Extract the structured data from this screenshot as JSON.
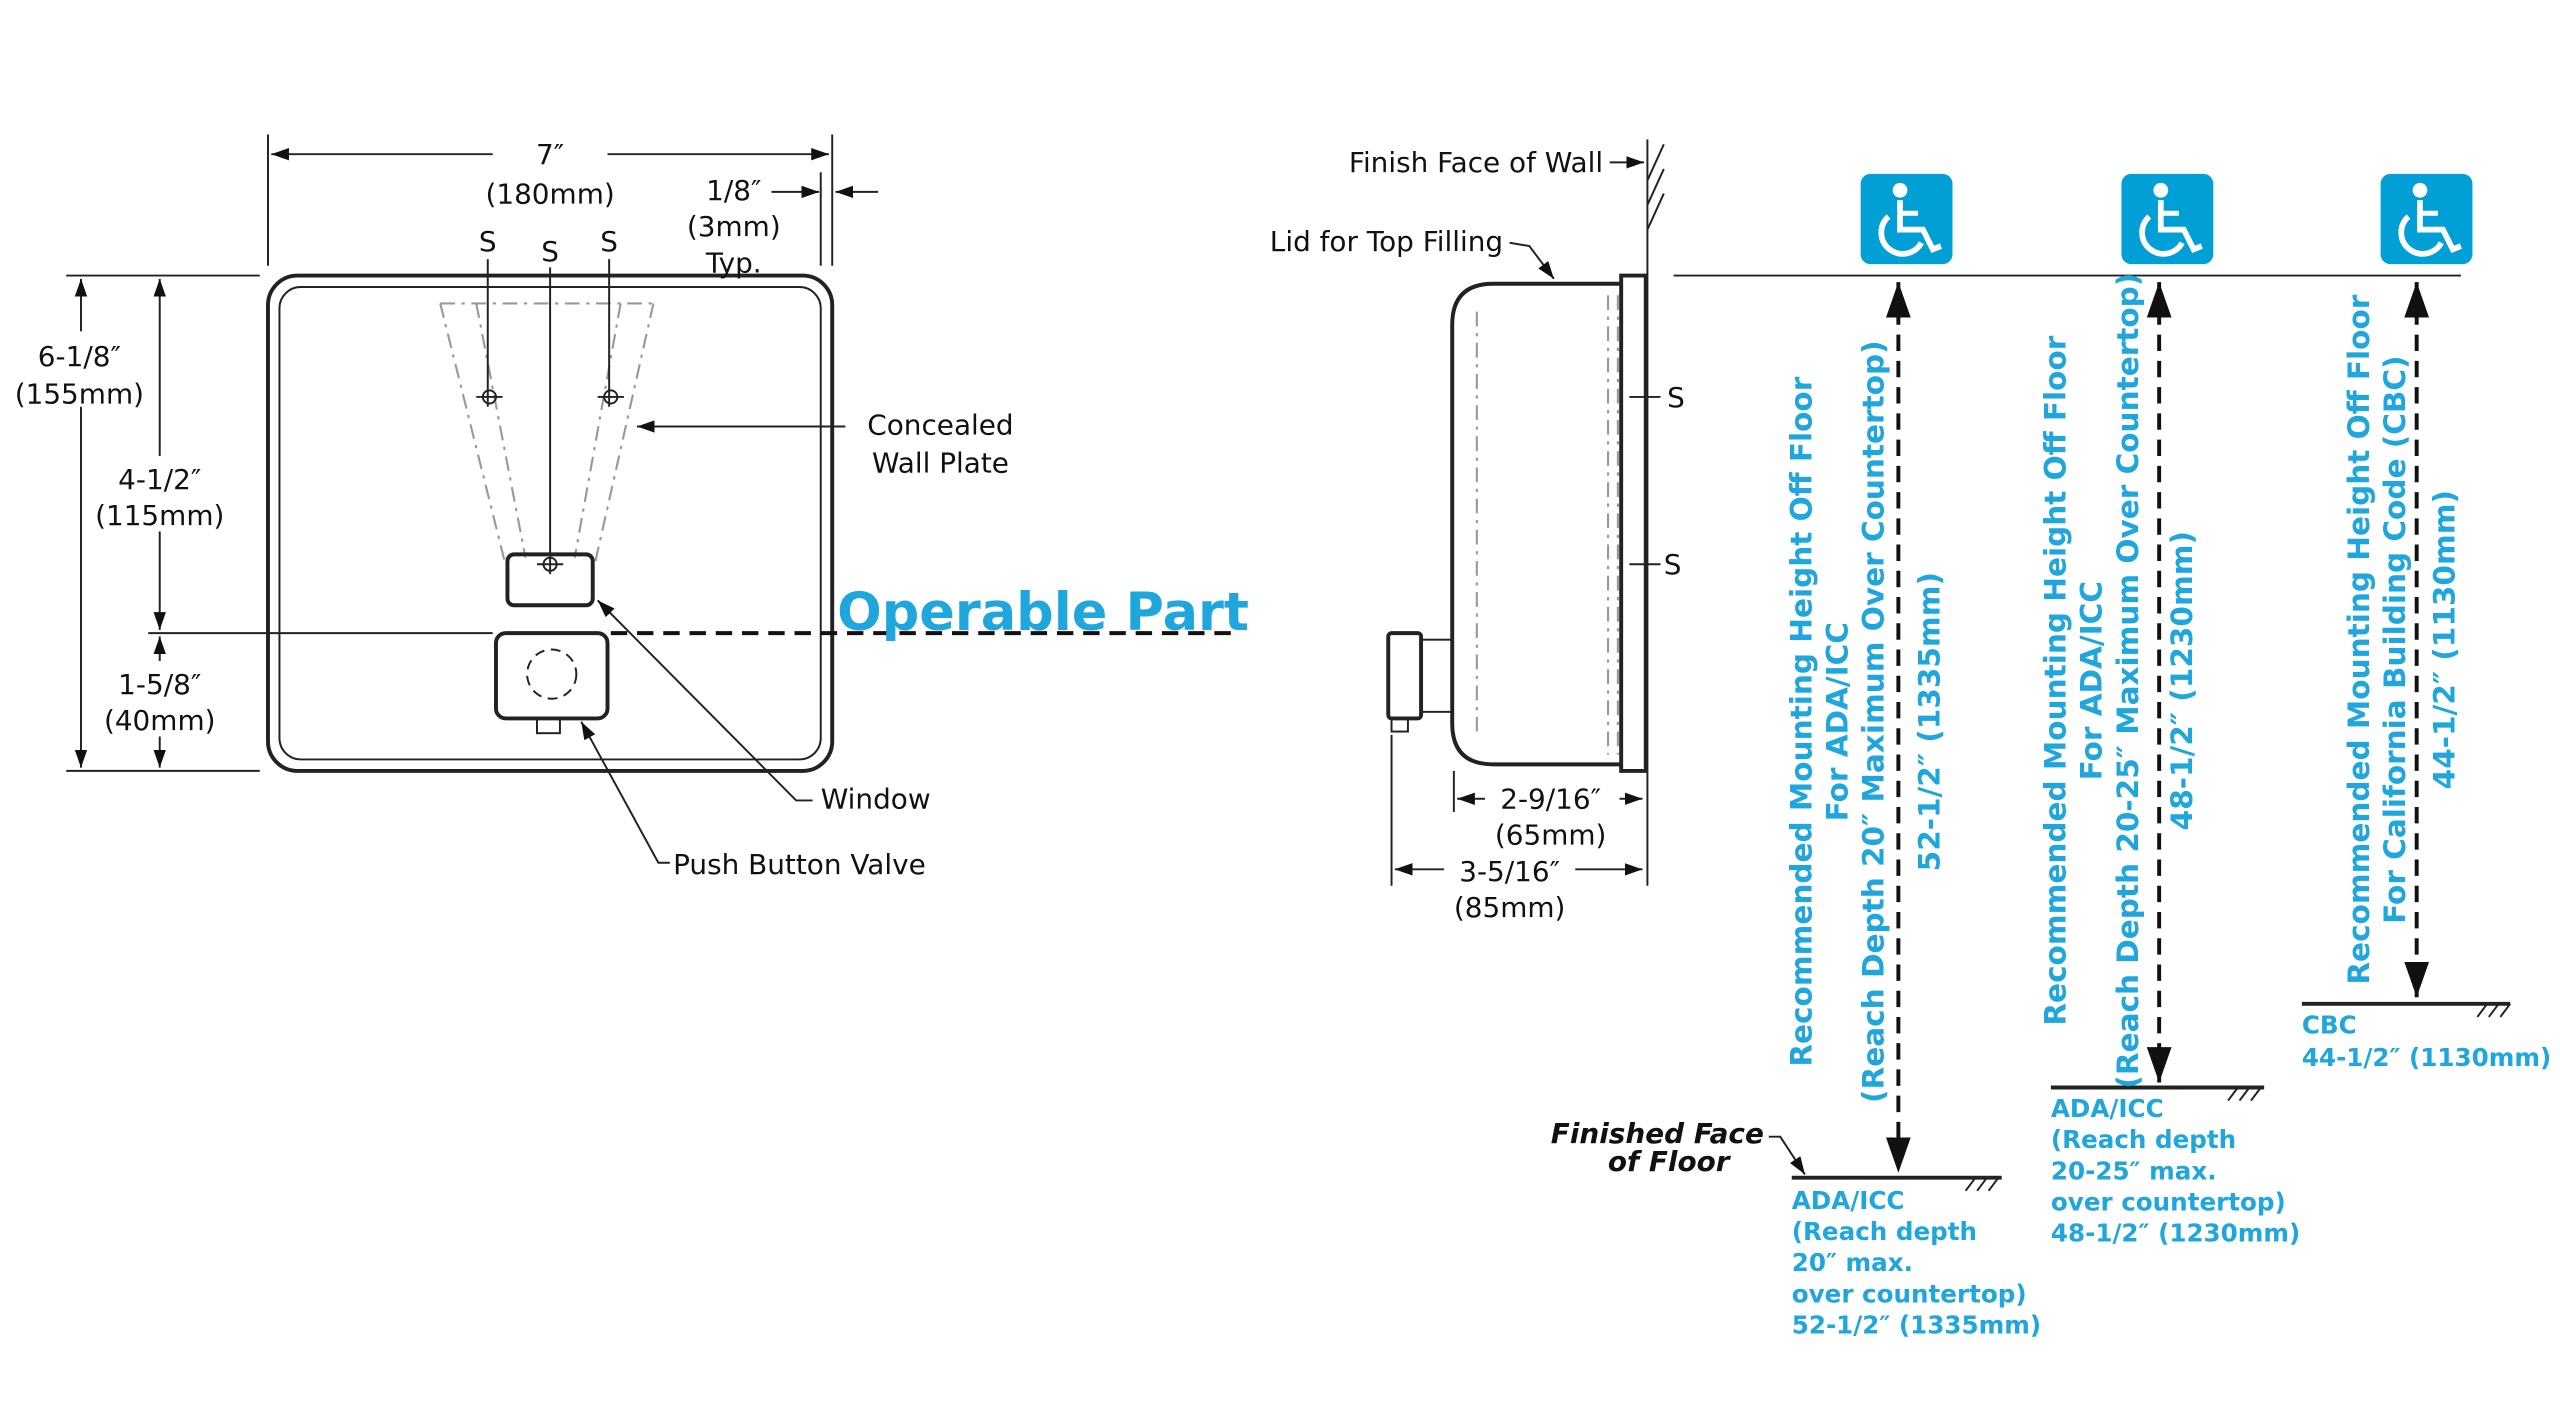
{
  "front_view": {
    "width_dim": "7″",
    "width_mm": "(180mm)",
    "offset_dim": "1/8″",
    "offset_mm": "(3mm)",
    "offset_note": "Typ.",
    "height_dim": "6-1/8″",
    "height_mm": "(155mm)",
    "upper_dim": "4-1/2″",
    "upper_mm": "(115mm)",
    "lower_dim": "1-5/8″",
    "lower_mm": "(40mm)",
    "screw_labels": [
      "S",
      "S",
      "S"
    ],
    "concealed_line1": "Concealed",
    "concealed_line2": "Wall Plate",
    "window_label": "Window",
    "valve_label": "Push Button Valve",
    "operable_part": "Operable Part"
  },
  "side_view": {
    "finish_wall": "Finish Face of Wall",
    "lid_label": "Lid for Top Filling",
    "screw_labels": [
      "S",
      "S"
    ],
    "depth_dim": "2-9/16″",
    "depth_mm": "(65mm)",
    "total_dim": "3-5/16″",
    "total_mm": "(85mm)"
  },
  "mounting": {
    "floor_label1": "Finished Face",
    "floor_label2": "of Floor",
    "columns": [
      {
        "icon": "wheelchair-icon",
        "vertical": [
          "Recommended Mounting Height Off Floor",
          "For ADA/ICC",
          "(Reach Depth 20″ Maximum Over Countertop)",
          "52-1/2″ (1335mm)"
        ],
        "notes": [
          "ADA/ICC",
          "(Reach depth",
          "20″ max.",
          "over countertop)",
          "52-1/2″ (1335mm)"
        ]
      },
      {
        "icon": "wheelchair-icon",
        "vertical": [
          "Recommended Mounting Height Off Floor",
          "For ADA/ICC",
          "(Reach Depth 20-25″ Maximum Over Countertop)",
          "48-1/2″ (1230mm)"
        ],
        "notes": [
          "ADA/ICC",
          "(Reach depth",
          "20-25″ max.",
          "over countertop)",
          "48-1/2″ (1230mm)"
        ]
      },
      {
        "icon": "wheelchair-icon",
        "vertical": [
          "Recommended Mounting Height Off Floor",
          "For California Building Code (CBC)",
          "44-1/2″ (1130mm)"
        ],
        "notes": [
          "CBC",
          "44-1/2″ (1130mm)"
        ]
      }
    ]
  },
  "colors": {
    "accent": "#1fa6dc",
    "line": "#222222"
  }
}
